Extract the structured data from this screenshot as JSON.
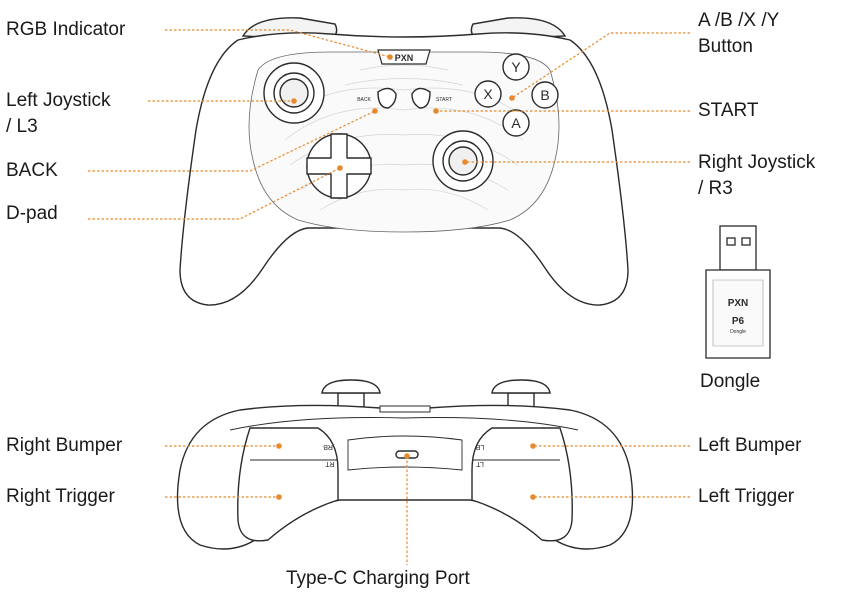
{
  "labels": {
    "rgb_indicator": "RGB Indicator",
    "left_joystick_line1": "Left Joystick",
    "left_joystick_line2": "/ L3",
    "back": "BACK",
    "dpad": "D-pad",
    "abxy_line1": "A /B /X /Y",
    "abxy_line2": "Button",
    "start": "START",
    "right_joystick_line1": "Right Joystick",
    "right_joystick_line2": "/ R3",
    "dongle": "Dongle",
    "right_bumper": "Right Bumper",
    "right_trigger": "Right Trigger",
    "left_bumper": "Left Bumper",
    "left_trigger": "Left Trigger",
    "type_c": "Type-C Charging Port"
  },
  "controller_text": {
    "logo": "PXN",
    "back_small": "BACK",
    "start_small": "START",
    "btn_y": "Y",
    "btn_x": "X",
    "btn_b": "B",
    "btn_a": "A",
    "rb": "RB",
    "rt": "RT",
    "lb": "LB",
    "lt": "LT"
  },
  "dongle_text": {
    "logo": "PXN",
    "model": "P6",
    "sub": "Dongle"
  },
  "colors": {
    "leader": "#e8892d",
    "outline": "#2b2b2b"
  }
}
